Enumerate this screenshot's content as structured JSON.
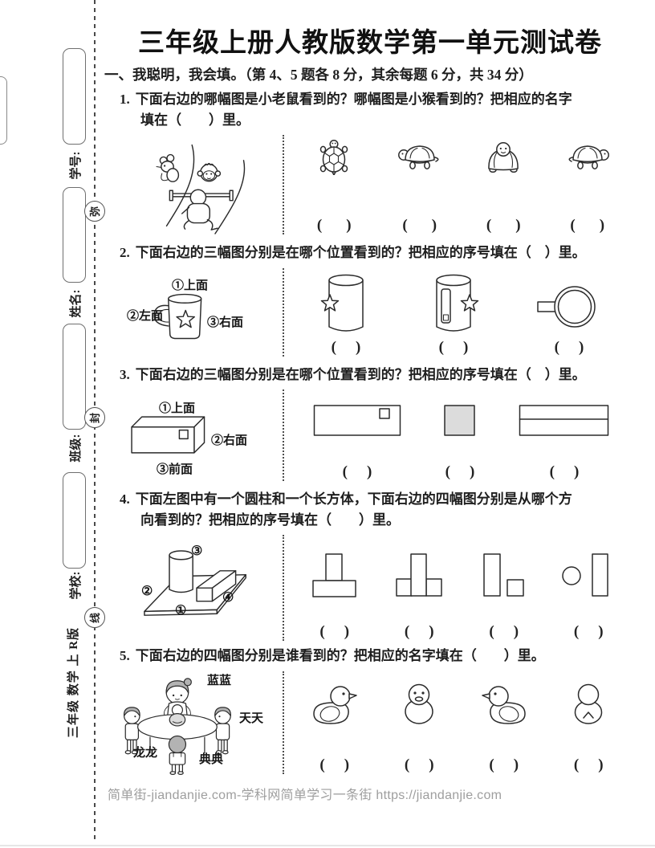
{
  "page": {
    "title": "三年级上册人教版数学第一单元测试卷",
    "footer": "简单街-jiandanjie.com-学科网简单学习一条街 https://jiandanjie.com"
  },
  "sidebar": {
    "fields": [
      {
        "label": "学号:"
      },
      {
        "label": "姓名:"
      },
      {
        "label": "班级:"
      },
      {
        "label": "学校:"
      }
    ],
    "seal": [
      "弥",
      "封",
      "线"
    ],
    "edition": "三年级 数学 上 R版"
  },
  "section": {
    "heading": "一、我聪明，我会填。",
    "note": "（第 4、5 题各 8 分，其余每题 6 分，共 34 分）"
  },
  "questions": {
    "q1": {
      "number": "1.",
      "line1": "下面右边的哪幅图是小老鼠看到的？哪幅图是小猴看到的？把相应的名字",
      "line2": "填在（　　）里。"
    },
    "q2": {
      "number": "2.",
      "text": "下面右边的三幅图分别是在哪个位置看到的？把相应的序号填在（　）里。",
      "labels": {
        "top": "①上面",
        "left": "②左面",
        "right": "③右面"
      }
    },
    "q3": {
      "number": "3.",
      "text": "下面右边的三幅图分别是在哪个位置看到的？把相应的序号填在（　）里。",
      "labels": {
        "top": "①上面",
        "right": "②右面",
        "front": "③前面"
      }
    },
    "q4": {
      "number": "4.",
      "line1": "下面左图中有一个圆柱和一个长方体，下面右边的四幅图分别是从哪个方",
      "line2": "向看到的？把相应的序号填在（　　）里。",
      "labels": {
        "front": "①",
        "left": "②",
        "top": "③",
        "right": "④"
      }
    },
    "q5": {
      "number": "5.",
      "text": "下面右边的四幅图分别是谁看到的？把相应的名字填在（　　）里。",
      "names": {
        "top": "蓝蓝",
        "right": "天天",
        "left": "龙龙",
        "bottom": "典典"
      }
    }
  },
  "ui": {
    "bracket_open": "(",
    "bracket_close": ")"
  }
}
